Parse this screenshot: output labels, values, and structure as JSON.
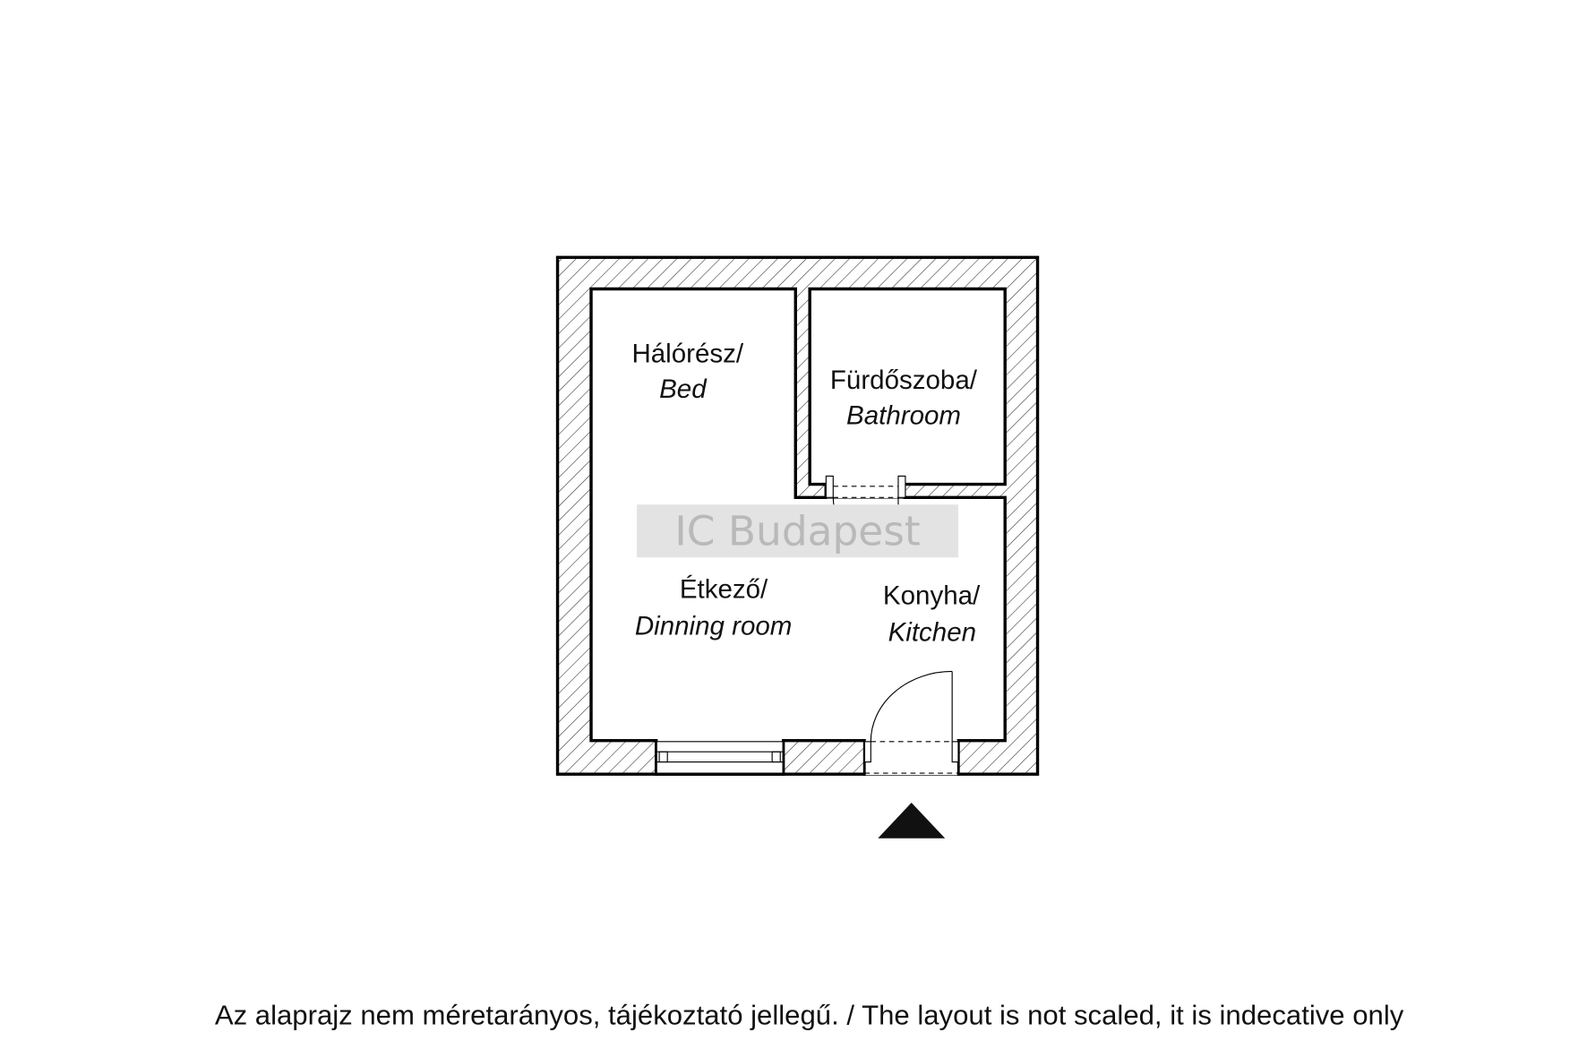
{
  "rooms": {
    "bed": {
      "hu": "Hálórész/",
      "en": "Bed"
    },
    "bathroom": {
      "hu": "Fürdőszoba/",
      "en": "Bathroom"
    },
    "dining": {
      "hu": "Étkező/",
      "en": "Dinning room"
    },
    "kitchen": {
      "hu": "Konyha/",
      "en": "Kitchen"
    }
  },
  "watermark": "IC Budapest",
  "entrance_icon": "triangle-up-arrow",
  "disclaimer": "Az alaprajz nem méretarányos, tájékoztató jellegű. / The layout is not scaled, it is indecative only"
}
